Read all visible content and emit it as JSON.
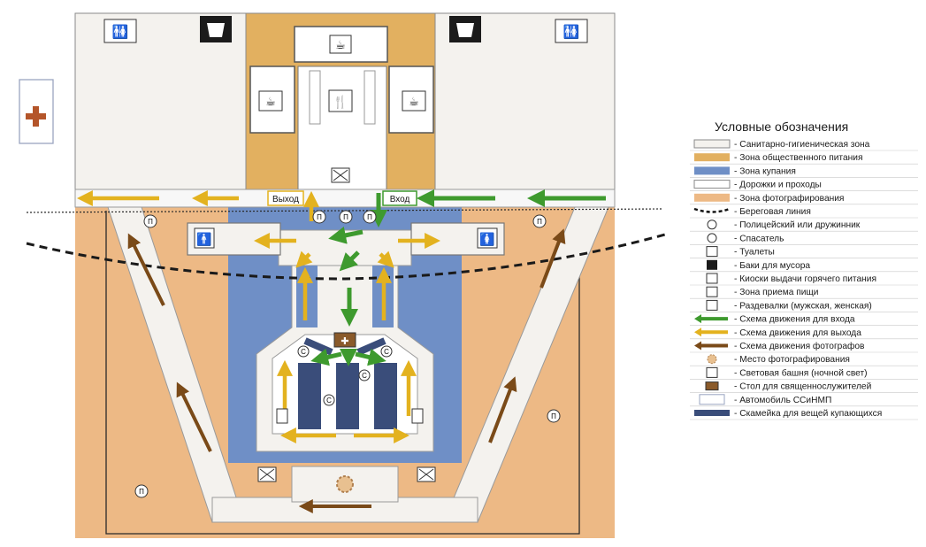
{
  "colors": {
    "sanitary": "#f4f2ee",
    "food": "#e2b060",
    "swimming": "#6f8fc6",
    "paths": "#ffffff",
    "photo": "#edb985",
    "entry_arrow": "#3e9a2e",
    "exit_arrow": "#e3b21f",
    "photo_arrow": "#7a4a18",
    "bench": "#3a4d7a",
    "outline": "#2a2a2a"
  },
  "map": {
    "exit_label": "Выход",
    "entry_label": "Вход",
    "police_letter": "П",
    "rescuer_letter": "С"
  },
  "legend": {
    "title": "Условные обозначения",
    "items": [
      {
        "icon": "sanitary-zone-swatch",
        "label": "- Санитарно-гигиеническая зона"
      },
      {
        "icon": "food-zone-swatch",
        "label": "- Зона общественного питания"
      },
      {
        "icon": "swimming-zone-swatch",
        "label": "- Зона купания"
      },
      {
        "icon": "paths-swatch",
        "label": "- Дорожки и проходы"
      },
      {
        "icon": "photo-zone-swatch",
        "label": "- Зона фотографирования"
      },
      {
        "icon": "shoreline-icon",
        "label": "- Береговая линия"
      },
      {
        "icon": "police-icon",
        "label": "- Полицейский или дружинник"
      },
      {
        "icon": "rescuer-icon",
        "label": "- Спасатель"
      },
      {
        "icon": "toilet-icon",
        "label": "- Туалеты"
      },
      {
        "icon": "trash-bin-icon",
        "label": "- Баки для мусора"
      },
      {
        "icon": "hot-food-kiosk-icon",
        "label": "- Киоски выдачи горячего питания"
      },
      {
        "icon": "dining-zone-icon",
        "label": "- Зона приема пищи"
      },
      {
        "icon": "changing-room-icon",
        "label": "- Раздевалки (мужская, женская)"
      },
      {
        "icon": "entry-arrow-icon",
        "label": "- Схема движения для входа"
      },
      {
        "icon": "exit-arrow-icon",
        "label": "- Схема движения для выхода"
      },
      {
        "icon": "photographer-arrow-icon",
        "label": "- Схема движения фотографов"
      },
      {
        "icon": "photo-spot-icon",
        "label": "- Место фотографирования"
      },
      {
        "icon": "light-tower-icon",
        "label": "- Световая башня (ночной свет)"
      },
      {
        "icon": "clergy-table-icon",
        "label": "- Стол для священнослужителей"
      },
      {
        "icon": "ambulance-icon",
        "label": "- Автомобиль ССиНМП"
      },
      {
        "icon": "bench-icon",
        "label": "- Скамейка для вещей купающихся"
      }
    ]
  }
}
